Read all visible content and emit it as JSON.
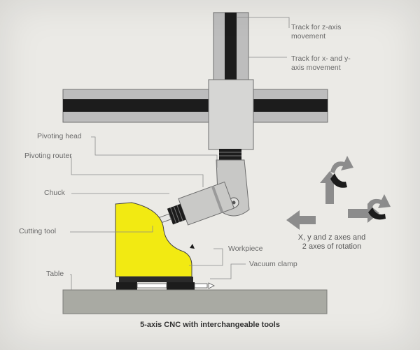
{
  "labels": {
    "track_z": "Track for z-axis movement",
    "track_xy": "Track for x- and y-axis movement",
    "pivoting_head": "Pivoting head",
    "pivoting_router": "Pivoting router",
    "chuck": "Chuck",
    "cutting_tool": "Cutting tool",
    "workpiece": "Workpiece",
    "vacuum_clamp": "Vacuum clamp",
    "table": "Table",
    "axes_note": "X, y and z axes and 2 axes of rotation"
  },
  "caption": "5-axis CNC with interchangeable tools",
  "colors": {
    "background": "#ebeae6",
    "track_gray": "#bdbdbd",
    "track_black": "#1c1c1c",
    "workpiece_yellow": "#f2ea12",
    "table_gray": "#a9aaa3",
    "arrow_gray": "#8c8c8c",
    "leader_line": "#8a8a8a"
  },
  "icons": [
    "arrow-left-icon",
    "arrow-up-icon",
    "arrow-right-icon",
    "rotation-arrow-up-icon",
    "rotation-arrow-right-icon"
  ]
}
